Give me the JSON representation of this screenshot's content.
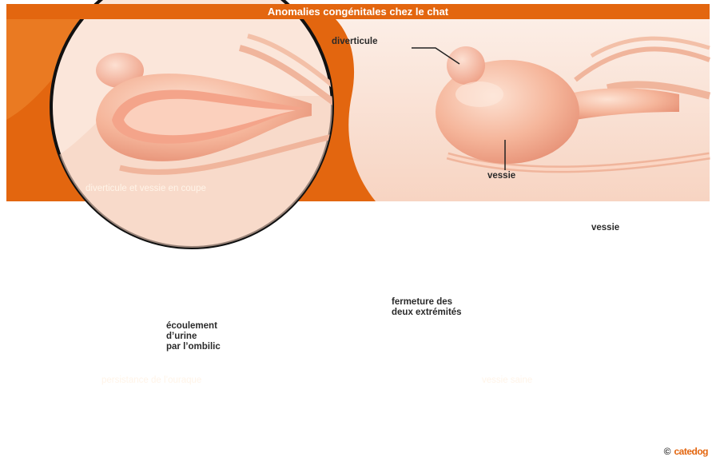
{
  "title": "Anomalies congénitales chez le chat",
  "panel_top": {
    "inset_caption": "diverticule et vessie en coupe",
    "label_diverticule": "diverticule",
    "label_vessie": "vessie"
  },
  "panel_bottom": {
    "label_vessie": "vessie",
    "label_fermeture_line1": "fermeture des",
    "label_fermeture_line2": "deux extrémités",
    "inset_label_line1": "écoulement",
    "inset_label_line2": "d’urine",
    "inset_label_line3": "par l’ombilic",
    "caption_left": "persistance de l’ouraque",
    "caption_right": "vessie saine"
  },
  "footer": {
    "copyright_symbol": "©",
    "brand": "catedog"
  },
  "colors": {
    "orange": "#e3660f",
    "orange_light": "#f08a33",
    "skin": "#fbe3d6",
    "organ": "#f4b79d",
    "urine": "#f5b41c"
  }
}
